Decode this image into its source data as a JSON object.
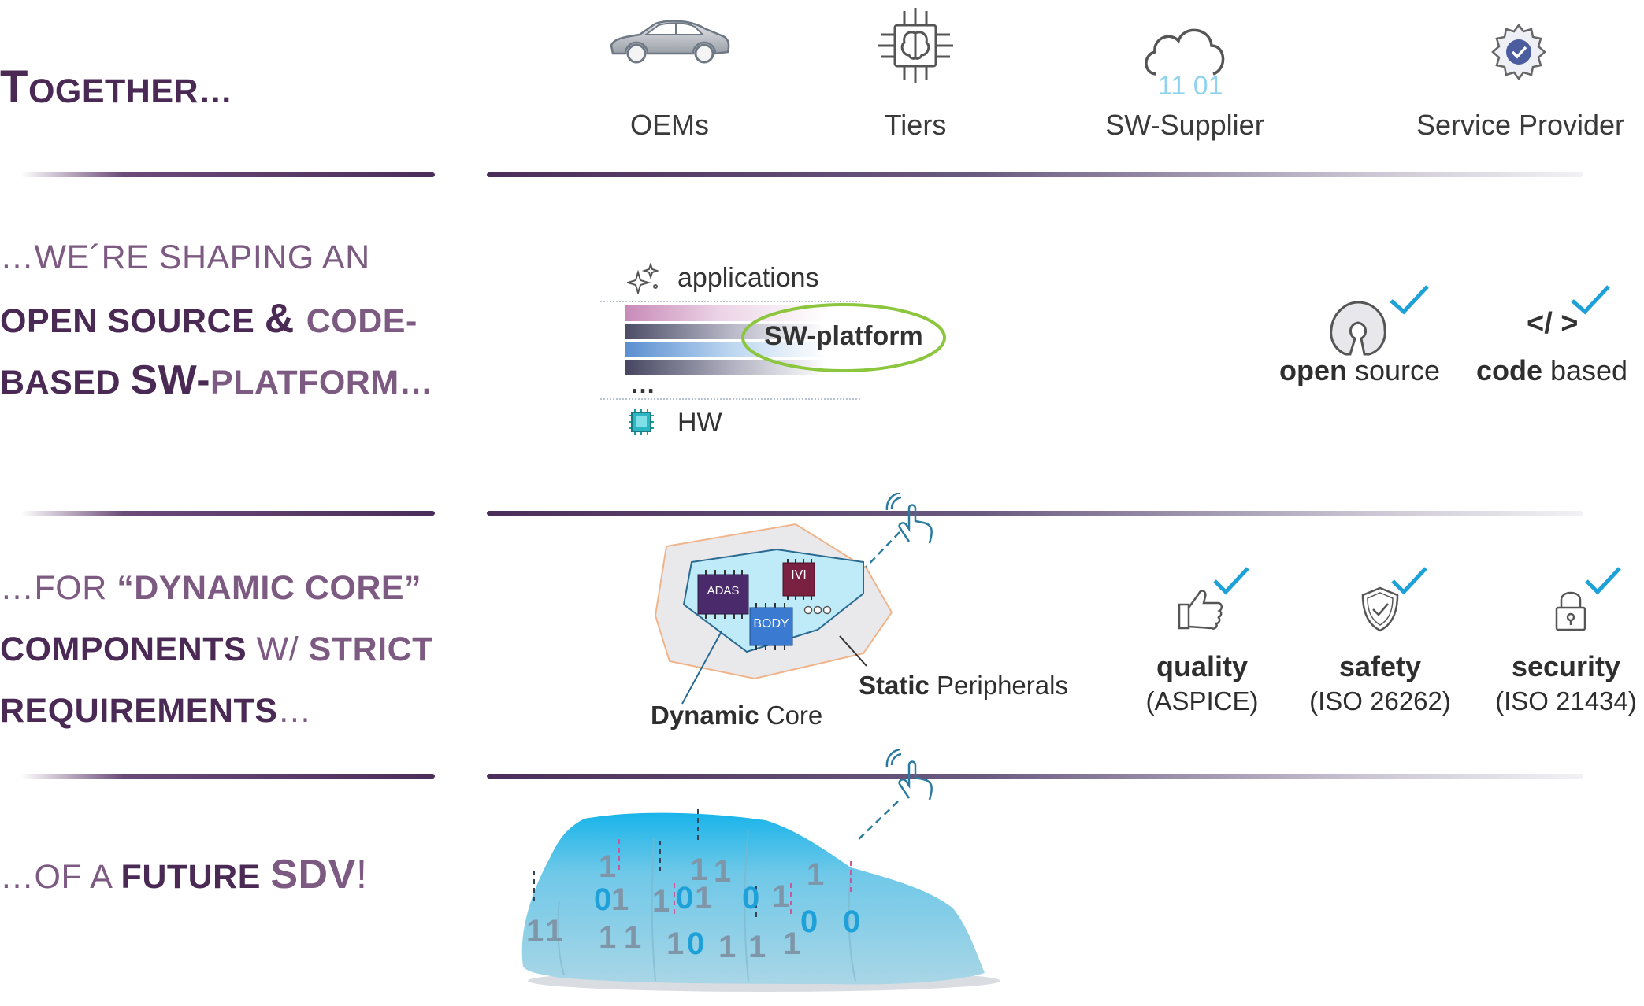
{
  "headings": {
    "together": {
      "cap": "T",
      "rest": "OGETHER…"
    },
    "shaping": {
      "line1": "…WE´RE SHAPING AN",
      "line2_a": "OPEN SOURCE ",
      "line2_amp": "& ",
      "line2_b": "CODE-",
      "line3_a": "BASED ",
      "line3_b": "SW-",
      "line3_c": "PLATFORM…"
    },
    "dynamic": {
      "line1_a": "…FOR ",
      "line1_b": "“DYNAMIC CORE”",
      "line2_a": "COMPONENTS ",
      "line2_b": "W/ ",
      "line2_c": "STRICT",
      "line3_a": "REQUIREMENTS",
      "line3_b": "…"
    },
    "future": {
      "a": "…OF A ",
      "b": "FUTURE ",
      "c": "SDV",
      "d": "!"
    }
  },
  "stakeholders": [
    {
      "label": "OEMs",
      "icon": "car-icon"
    },
    {
      "label": "Tiers",
      "icon": "chip-brain-icon"
    },
    {
      "label": "SW-Supplier",
      "icon": "cloud-binary-icon",
      "icon_text": "11 01"
    },
    {
      "label": "Service Provider",
      "icon": "gear-check-icon"
    }
  ],
  "platform": {
    "applications": "applications",
    "sw_platform": "SW-platform",
    "ellipsis": "…",
    "hw": "HW"
  },
  "principles": [
    {
      "bold": "open",
      "rest": " source",
      "icon": "open-source-icon"
    },
    {
      "bold": "code",
      "rest": " based",
      "icon": "code-icon",
      "icon_text": "</ >"
    }
  ],
  "core": {
    "adas": "ADAS",
    "ivi": "IVI",
    "body": "BODY",
    "static_bold": "Static",
    "static_rest": " Peripherals",
    "dynamic_bold": "Dynamic",
    "dynamic_rest": " Core"
  },
  "requirements": [
    {
      "name": "quality",
      "standard": "(ASPICE)",
      "icon": "thumbs-up-icon"
    },
    {
      "name": "safety",
      "standard": "(ISO 26262)",
      "icon": "shield-check-icon"
    },
    {
      "name": "security",
      "standard": "(ISO 21434)",
      "icon": "padlock-icon"
    }
  ],
  "sdv": {
    "binary": [
      "1",
      "1",
      "0",
      "1",
      "1",
      "1",
      "1",
      "0",
      "1",
      "1",
      "0",
      "1",
      "1",
      "0",
      "1",
      "1",
      "0",
      "1",
      "1",
      "1",
      "1",
      "0"
    ]
  },
  "colors": {
    "dark_purple": "#4a2a55",
    "light_purple": "#7d5a82",
    "accent_blue": "#1ea0d8",
    "green": "#8cc63f"
  }
}
